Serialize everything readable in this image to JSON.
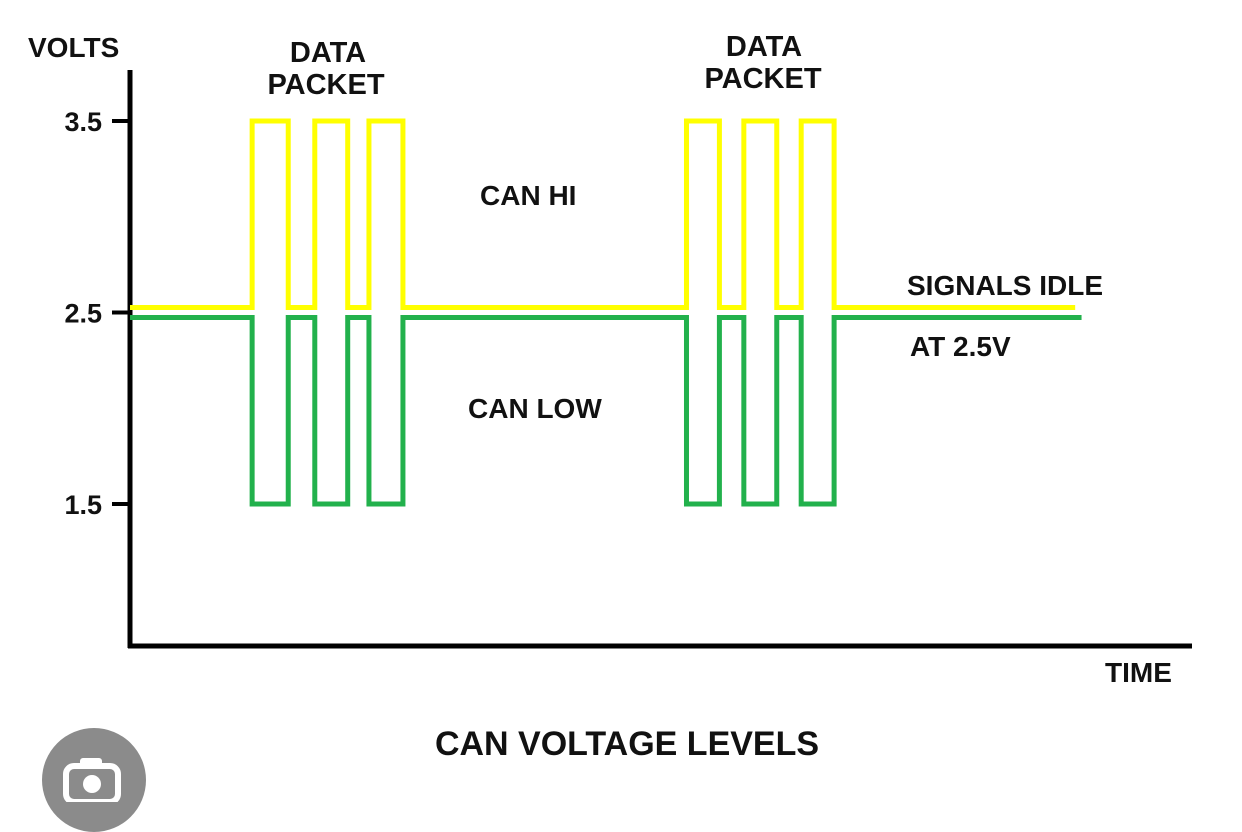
{
  "chart_data": {
    "type": "line",
    "title": "CAN VOLTAGE LEVELS",
    "ylabel": "VOLTS",
    "xlabel": "TIME",
    "yticks": [
      3.5,
      2.5,
      1.5
    ],
    "tick_labels": [
      "3.5",
      "2.5",
      "1.5"
    ],
    "ylim": [
      0.7,
      3.85
    ],
    "xlim": [
      0,
      1
    ],
    "grid": false,
    "idle_voltage": 2.5,
    "series": [
      {
        "name": "CAN HI",
        "color": "#ffff00",
        "idle": 2.5,
        "active": 3.5,
        "pulses": [
          [
            0.115,
            0.149
          ],
          [
            0.174,
            0.205
          ],
          [
            0.225,
            0.257
          ],
          [
            0.524,
            0.555
          ],
          [
            0.578,
            0.609
          ],
          [
            0.632,
            0.663
          ]
        ],
        "x_end": 0.89
      },
      {
        "name": "CAN LOW",
        "color": "#22b14c",
        "idle": 2.5,
        "active": 1.5,
        "pulses": [
          [
            0.115,
            0.149
          ],
          [
            0.174,
            0.205
          ],
          [
            0.225,
            0.257
          ],
          [
            0.524,
            0.555
          ],
          [
            0.578,
            0.609
          ],
          [
            0.632,
            0.663
          ]
        ],
        "x_end": 0.896
      }
    ],
    "annotations": {
      "packet1_line1": "DATA",
      "packet1_line2": "PACKET",
      "packet2_line1": "DATA",
      "packet2_line2": "PACKET",
      "can_hi": "CAN HI",
      "can_low": "CAN LOW",
      "idle_line1": "SIGNALS IDLE",
      "idle_line2": "AT 2.5V"
    }
  },
  "lens_button": {
    "icon": "camera-search-icon"
  }
}
